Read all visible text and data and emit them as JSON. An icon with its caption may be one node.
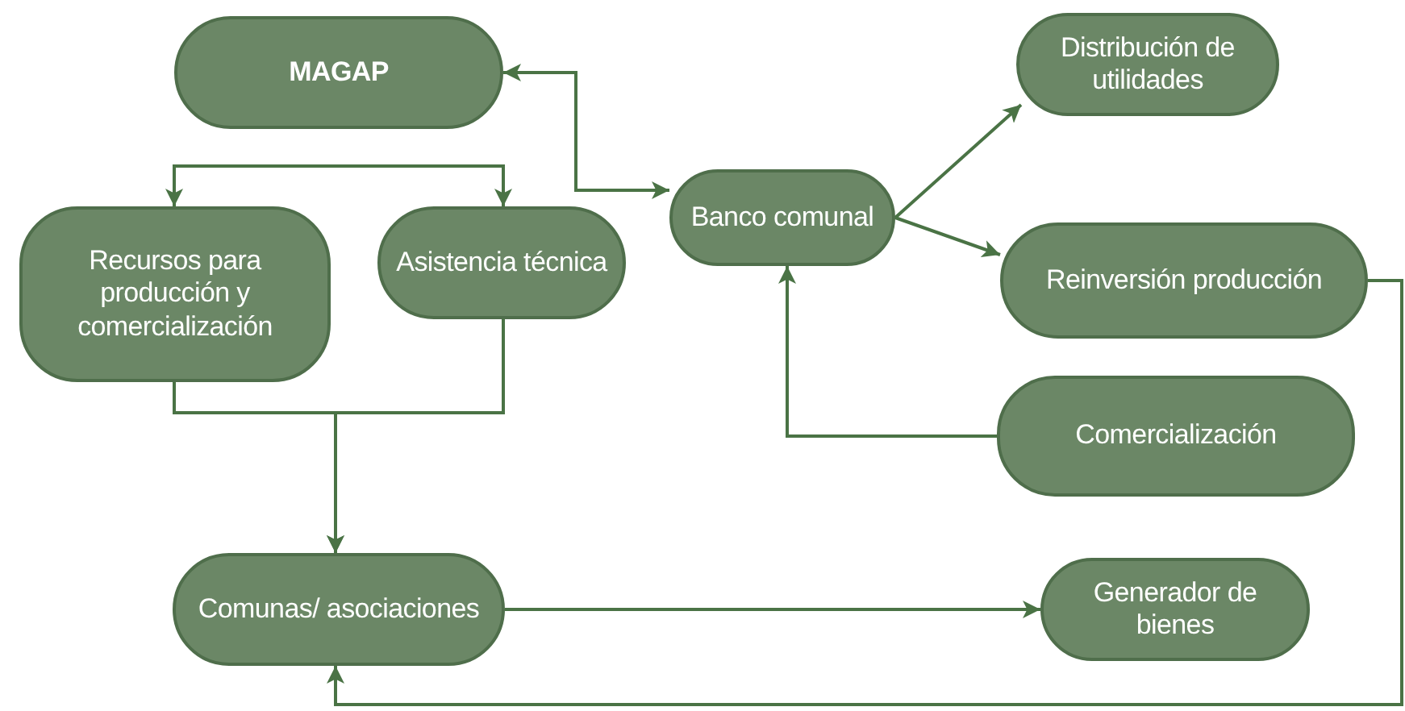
{
  "diagram": {
    "nodes": [
      {
        "text": [
          "MAGAP"
        ]
      },
      {
        "text": [
          "Banco comunal"
        ]
      },
      {
        "text": [
          "Distribución de utilidades"
        ]
      },
      {
        "text": [
          "Recursos para producción y comercialización"
        ]
      },
      {
        "text": [
          "Asistencia técnica"
        ]
      },
      {
        "text": [
          "Reinversión producción"
        ]
      },
      {
        "text": [
          "Comercialización"
        ]
      },
      {
        "text": [
          "Comunas/ asociaciones"
        ]
      },
      {
        "text": [
          "Generador de bienes"
        ]
      }
    ],
    "edges": [
      {
        "from": 0,
        "to": 1,
        "arrow": "both"
      },
      {
        "from": null,
        "to": 3,
        "arrow": "to"
      },
      {
        "from": null,
        "to": 4,
        "arrow": "to"
      },
      {
        "from": 1,
        "to": 2,
        "arrow": "to"
      },
      {
        "from": 1,
        "to": 5,
        "arrow": "to"
      },
      {
        "from": 3,
        "to": 7,
        "arrow": "to"
      },
      {
        "from": 4,
        "to": 7,
        "arrow": "to"
      },
      {
        "from": 6,
        "to": 1,
        "arrow": "to"
      },
      {
        "from": 7,
        "to": 8,
        "arrow": "to"
      },
      {
        "from": 5,
        "to": 7,
        "arrow": "to"
      }
    ]
  }
}
